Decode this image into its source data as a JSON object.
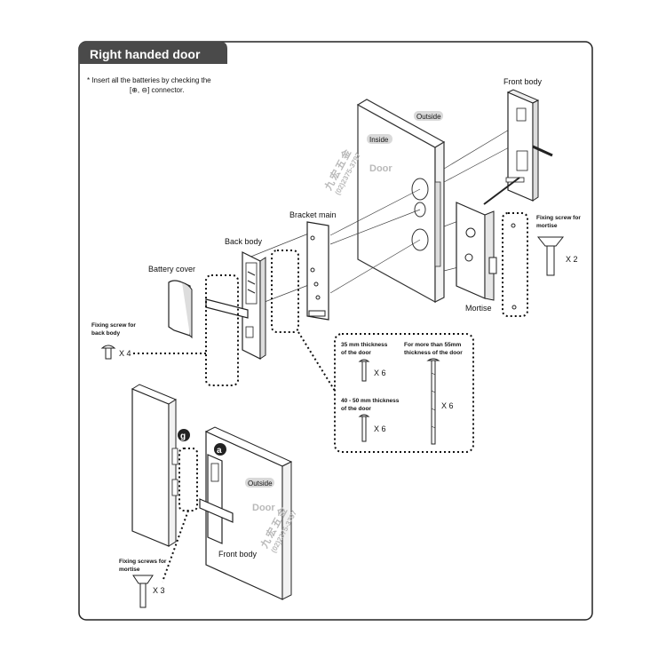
{
  "header": {
    "title": "Right handed door"
  },
  "note": {
    "line1": "* Insert all the batteries by checking the",
    "line2": "[⊕, ⊖]  connector."
  },
  "door_labels": {
    "outside": "Outside",
    "inside": "Inside",
    "door": "Door"
  },
  "watermark": {
    "chars": [
      "九",
      "宏",
      "五",
      "金"
    ],
    "phone": "(02)2375-3797"
  },
  "parts": {
    "front_body": "Front body",
    "bracket_main": "Bracket main",
    "back_body": "Back body",
    "battery_cover": "Battery cover",
    "mortise": "Mortise",
    "front_body_bottom": "Front body"
  },
  "screws": {
    "back_body": {
      "label_line1": "Fixing screw for",
      "label_line2": "back body",
      "qty": "X 4"
    },
    "mortise": {
      "label_line1": "Fixing screw for",
      "label_line2": "mortise",
      "qty": "X 2"
    },
    "mortise_bottom": {
      "label_line1": "Fixing screws for",
      "label_line2": "mortise",
      "qty": "X 3"
    }
  },
  "thickness": {
    "t35_line1": "35 mm thickness",
    "t35_line2": "of the door",
    "t35_qty": "X 6",
    "t40_line1": "40 - 50 mm thickness",
    "t40_line2": "of the door",
    "t40_qty": "X 6",
    "t55_line1": "For more than 55mm",
    "t55_line2": "thickness of the door",
    "t55_qty": "X 6"
  },
  "markers": {
    "g": "g",
    "a": "a"
  }
}
